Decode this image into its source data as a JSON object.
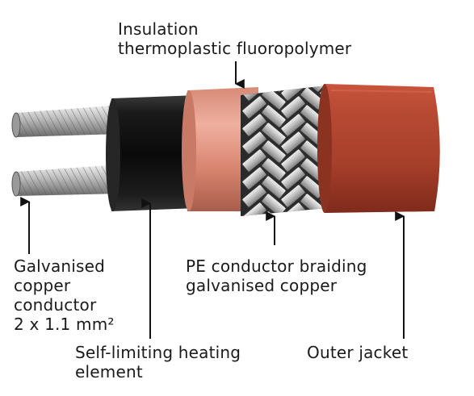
{
  "labels": {
    "insulation": {
      "line1": "Insulation",
      "line2": "thermoplastic fluoropolymer"
    },
    "conductor": {
      "line1": "Galvanised",
      "line2": "copper",
      "line3": "conductor",
      "line4": "2 x 1.1 mm²"
    },
    "braiding": {
      "line1": "PE conductor braiding",
      "line2": "galvanised copper"
    },
    "heating": {
      "line1": "Self-limiting heating",
      "line2": "element"
    },
    "jacket": {
      "line1": "Outer jacket"
    }
  },
  "colors": {
    "jacket": "#b0442e",
    "insulation": "#d98570",
    "heating_element": "#1c1c1c",
    "braid": "#b8b8b8",
    "wire": "#c4c4c4",
    "arrow": "#111111"
  }
}
